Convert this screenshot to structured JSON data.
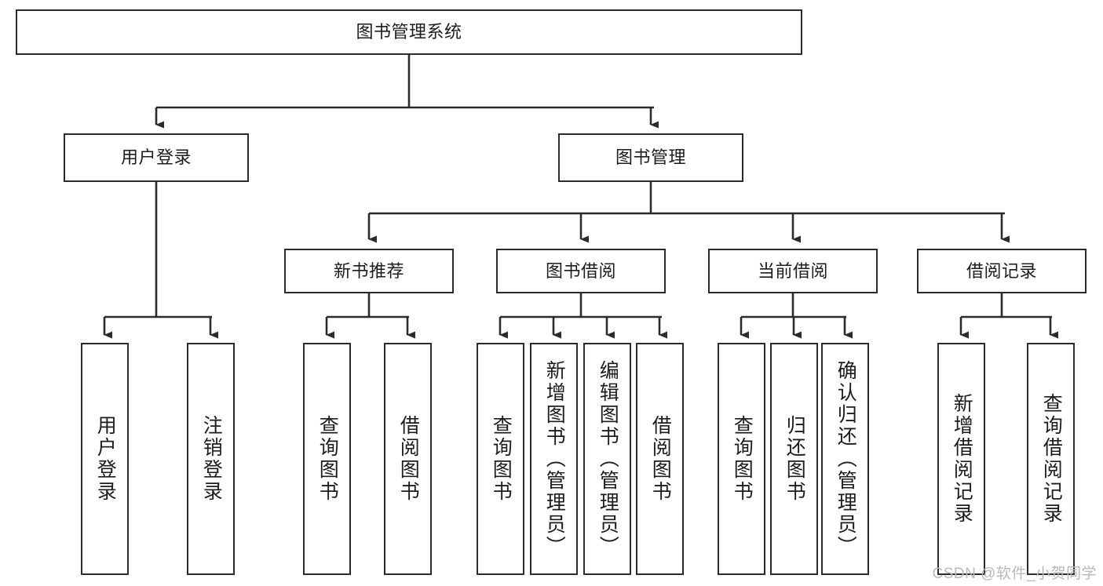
{
  "diagram": {
    "title": "图书管理系统",
    "type": "tree",
    "watermark": "CSDN @软件_小贺同学",
    "style": {
      "box_border": "#2b2b2b",
      "box_fill": "#ffffff",
      "line": "#2b2b2b",
      "text": "#1c1c1c",
      "watermark_color": "#b9b9b9",
      "background": "#ffffff"
    },
    "root": {
      "id": "root",
      "label": "图书管理系统"
    },
    "level2": [
      {
        "id": "user-login",
        "label": "用户登录"
      },
      {
        "id": "book-manage",
        "label": "图书管理"
      }
    ],
    "level3": [
      {
        "id": "new-book-recommend",
        "label": "新书推荐",
        "parent": "book-manage"
      },
      {
        "id": "book-borrow",
        "label": "图书借阅",
        "parent": "book-manage"
      },
      {
        "id": "current-borrow",
        "label": "当前借阅",
        "parent": "book-manage"
      },
      {
        "id": "borrow-record",
        "label": "借阅记录",
        "parent": "book-manage"
      }
    ],
    "leaves": {
      "user-login": [
        {
          "id": "leaf-user-login",
          "label": "用户登录"
        },
        {
          "id": "leaf-user-logout",
          "label": "注销登录"
        }
      ],
      "new-book-recommend": [
        {
          "id": "leaf-query-book-1",
          "label": "查询图书"
        },
        {
          "id": "leaf-borrow-book-1",
          "label": "借阅图书"
        }
      ],
      "book-borrow": [
        {
          "id": "leaf-query-book-2",
          "label": "查询图书"
        },
        {
          "id": "leaf-add-book",
          "label": "新增图书（管理员）"
        },
        {
          "id": "leaf-edit-book",
          "label": "编辑图书（管理员）"
        },
        {
          "id": "leaf-borrow-book-2",
          "label": "借阅图书"
        }
      ],
      "current-borrow": [
        {
          "id": "leaf-query-book-3",
          "label": "查询图书"
        },
        {
          "id": "leaf-return-book",
          "label": "归还图书"
        },
        {
          "id": "leaf-confirm-return",
          "label": "确认归还（管理员）"
        }
      ],
      "borrow-record": [
        {
          "id": "leaf-add-record",
          "label": "新增借阅记录"
        },
        {
          "id": "leaf-query-record",
          "label": "查询借阅记录"
        }
      ]
    }
  }
}
